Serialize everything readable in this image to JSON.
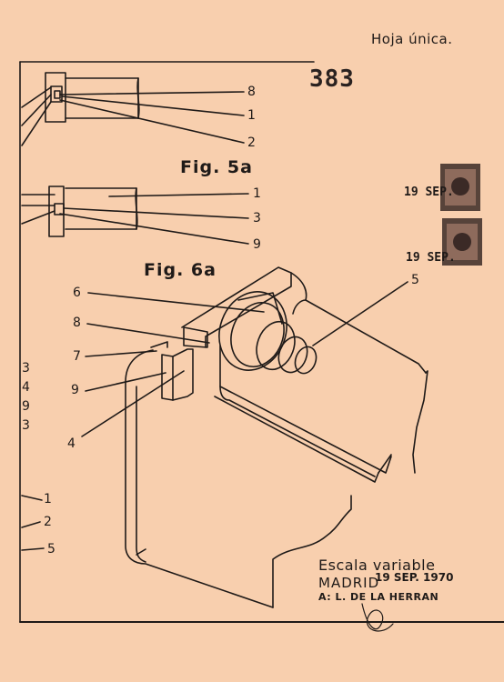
{
  "header": {
    "sheet_label": "Hoja única."
  },
  "doc_number": "383",
  "figures": {
    "fig5": "Fig. 5a",
    "fig6": "Fig. 6a"
  },
  "fig5_numbers": [
    "8",
    "1",
    "2"
  ],
  "fig5a_numbers": [
    "1",
    "3",
    "9"
  ],
  "fig6_numbers": [
    "5",
    "6",
    "8",
    "7",
    "9",
    "4"
  ],
  "left_margin_numbers": [
    "3",
    "4",
    "9",
    "3",
    "1",
    "2",
    "5"
  ],
  "stamps": {
    "date1": "19 SEP.",
    "date2": "19 SEP."
  },
  "footer": {
    "scale": "Escala variable",
    "place": "MADRID",
    "date": "19 SEP. 1970",
    "author": "A: L. DE LA HERRAN"
  }
}
